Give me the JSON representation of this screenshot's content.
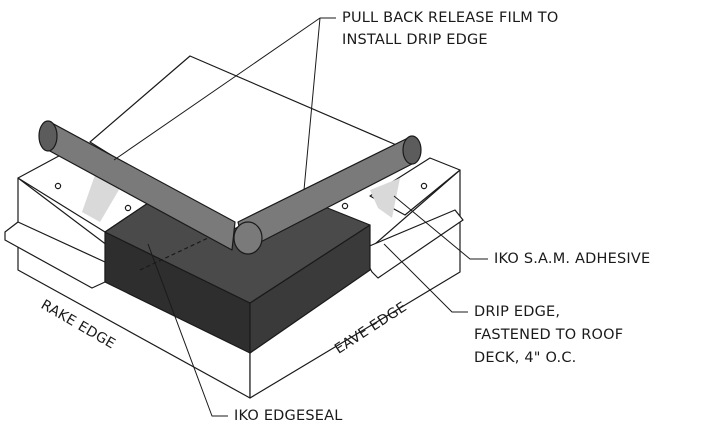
{
  "labels": {
    "release_film_line1": "PULL BACK RELEASE FILM TO",
    "release_film_line2": "INSTALL DRIP EDGE",
    "sam_adhesive": "IKO S.A.M. ADHESIVE",
    "drip_edge_line1": "DRIP EDGE,",
    "drip_edge_line2": "FASTENED TO ROOF",
    "drip_edge_line3": "DECK, 4\" O.C.",
    "edgeseal": "IKO EDGESEAL",
    "rake_edge": "RAKE EDGE",
    "eave_edge": "EAVE EDGE"
  },
  "colors": {
    "stroke": "#1a1a1a",
    "deck": "#ffffff",
    "edgeseal_top": "#4a4a4a",
    "edgeseal_front": "#2e2e2e",
    "edgeseal_side": "#3a3a3a",
    "roll": "#7a7a7a",
    "roll_dark": "#5c5c5c",
    "adhesive": "#d9d9d9"
  }
}
